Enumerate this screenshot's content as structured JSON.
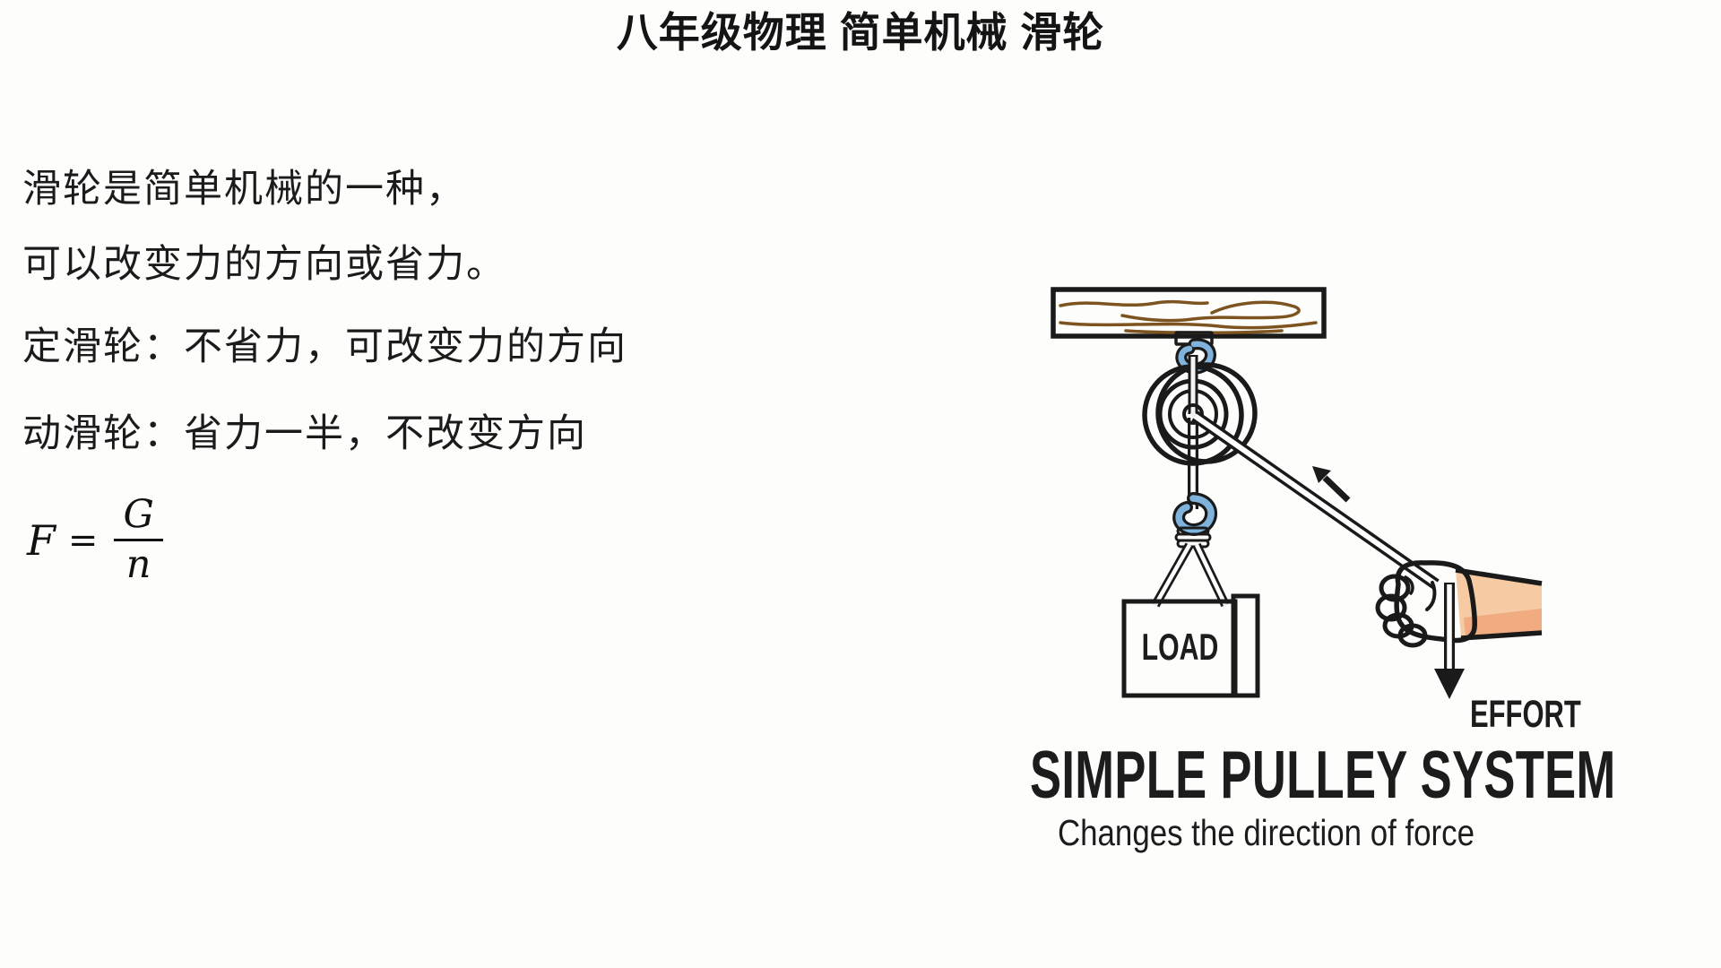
{
  "page": {
    "background": "#fdfdfc",
    "title": "八年级物理 简单机械 滑轮"
  },
  "notes": {
    "line1": "滑轮是简单机械的一种，",
    "line2": "可以改变力的方向或省力。",
    "line3": "定滑轮：不省力，可改变力的方向",
    "line4": "动滑轮：省力一半，不改变方向"
  },
  "formula": {
    "lhs": "F",
    "relation": "=",
    "numerator": "G",
    "denominator": "n"
  },
  "diagram": {
    "load_label": "LOAD",
    "effort_label": "EFFORT",
    "title": "SIMPLE PULLEY SYSTEM",
    "subtitle": "Changes the direction of force",
    "colors": {
      "outline": "#1a1a1a",
      "beam": "#b0762e",
      "beam_grain": "#7d531f",
      "mount_gray": "#99a0a7",
      "hook_blue": "#7fb3dc",
      "pulley_blue": "#84b7de",
      "pulley_back_gray": "#9b9b9b",
      "pulley_ring_gray": "#a6a6a6",
      "pulley_inner_gray": "#c9c9c9",
      "hub_gray": "#d9d9d9",
      "rope_white": "#ffffff",
      "load_front": "#bcbcbc",
      "load_side": "#8f8f8f",
      "skin": "#f6cba4",
      "skin_shadow": "#f0ab80"
    }
  }
}
